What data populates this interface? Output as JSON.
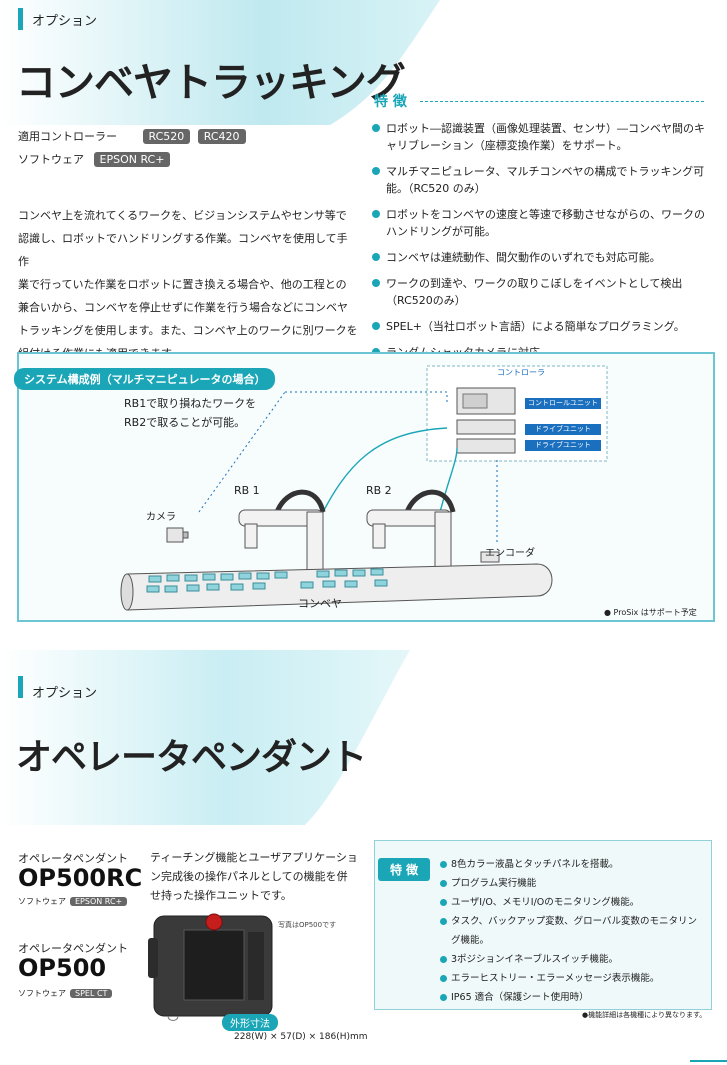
{
  "section1": {
    "label": "オプション",
    "title": "コンベヤトラッキング",
    "controllers_label": "適用コントローラー",
    "controllers": [
      "RC520",
      "RC420"
    ],
    "software_label": "ソフトウェア",
    "software": "EPSON RC+",
    "description": [
      "コンベヤ上を流れてくるワークを、ビジョンシステムやセンサ等で",
      "認識し、ロボットでハンドリングする作業。コンベヤを使用して手作",
      "業で行っていた作業をロボットに置き換える場合や、他の工程との",
      "兼合いから、コンベヤを停止せずに作業を行う場合などにコンベヤ",
      "トラッキングを使用します。また、コンベヤ上のワークに別ワークを",
      "組付ける作業にも適用できます。"
    ],
    "features_title": "特 徴",
    "features": [
      "ロボット―認識装置（画像処理装置、センサ）―コンベヤ間のキャリブレーション（座標変換作業）をサポート。",
      "マルチマニピュレータ、マルチコンベヤの構成でトラッキング可能。（RC520 のみ）",
      "ロボットをコンベヤの速度と等速で移動させながらの、ワークのハンドリングが可能。",
      "コンベヤは連続動作、間欠動作のいずれでも対応可能。",
      "ワークの到達や、ワークの取りこぼしをイベントとして検出（RC520のみ）",
      "SPEL+（当社ロボット言語）による簡単なプログラミング。",
      "ランダムシャッタカメラに対応。"
    ]
  },
  "system": {
    "tag": "システム構成例（マルチマニピュレータの場合）",
    "note_line1": "RB1で取り損ねたワークを",
    "note_line2": "RB2で取ることが可能。",
    "controller_title": "コントローラ",
    "control_unit": "コントロールユニット",
    "drive_unit_1": "ドライブユニット",
    "drive_unit_2": "ドライブユニット",
    "rb1": "RB 1",
    "rb2": "RB 2",
    "camera": "カメラ",
    "encoder": "エンコーダ",
    "conveyor": "コンベヤ",
    "footnote": "● ProSix はサポート予定"
  },
  "section2": {
    "label": "オプション",
    "title": "オペレータペンダント",
    "product1_label": "オペレータペンダント",
    "product1_name": "OP500RC",
    "product1_sw_label": "ソフトウェア",
    "product1_sw": "EPSON RC+",
    "product2_label": "オペレータペンダント",
    "product2_name": "OP500",
    "product2_sw_label": "ソフトウェア",
    "product2_sw": "SPEL CT",
    "description": [
      "ティーチング機能とユーザアプリケーショ",
      "ン完成後の操作パネルとしての機能を併",
      "せ持った操作ユニットです。"
    ],
    "photo_caption": "写真はOP500です",
    "dimensions_tag": "外形寸法",
    "dimensions": "228(W) × 57(D) × 186(H)mm",
    "features_title": "特 徴",
    "features": [
      "8色カラー液晶とタッチパネルを搭載。",
      "プログラム実行機能",
      "ユーザI/O、メモリI/Oのモニタリング機能。",
      "タスク、バックアップ変数、グローバル変数のモニタリング機能。",
      "3ポジションイネーブルスイッチ機能。",
      "エラーヒストリー・エラーメッセージ表示機能。",
      "IP65 適合（保護シート使用時）"
    ],
    "footnote": "●機能詳細は各機種により異なります。"
  },
  "colors": {
    "accent": "#1aa6b7",
    "swoosh": "#cfeff3",
    "badge": "#666666"
  }
}
